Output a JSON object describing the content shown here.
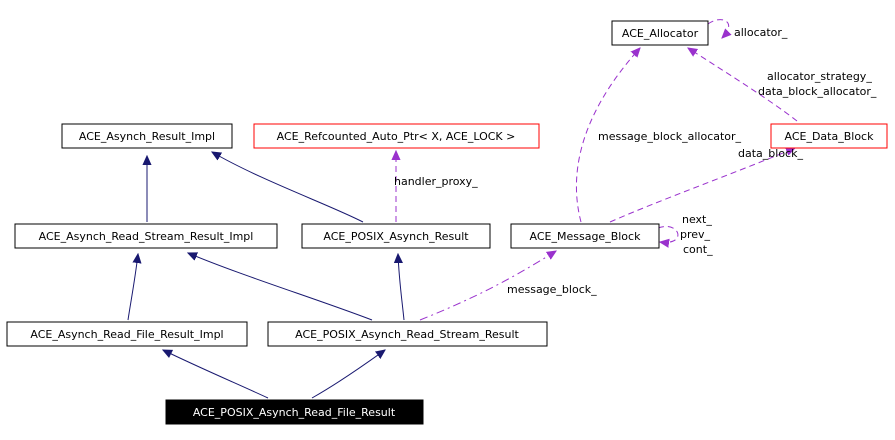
{
  "nodes": {
    "allocator": "ACE_Allocator",
    "data_block": "ACE_Data_Block",
    "async_result_impl": "ACE_Asynch_Result_Impl",
    "refcounted_ptr": "ACE_Refcounted_Auto_Ptr< X, ACE_LOCK >",
    "read_stream_impl": "ACE_Asynch_Read_Stream_Result_Impl",
    "posix_async_result": "ACE_POSIX_Asynch_Result",
    "message_block": "ACE_Message_Block",
    "read_file_impl": "ACE_Asynch_Read_File_Result_Impl",
    "posix_read_stream": "ACE_POSIX_Asynch_Read_Stream_Result",
    "posix_read_file": "ACE_POSIX_Asynch_Read_File_Result"
  },
  "edge_labels": {
    "allocator_self": "allocator_",
    "allocator_strategy": "allocator_strategy_",
    "data_block_allocator": "data_block_allocator_",
    "message_block_allocator": "message_block_allocator_",
    "data_block": "data_block_",
    "handler_proxy": "handler_proxy_",
    "next": "next_",
    "prev": "prev_",
    "cont": "cont_",
    "message_block": "message_block_"
  },
  "colors": {
    "inheritance_edge": "#191970",
    "usage_edge": "#9a32cd",
    "template_box_border": "#ff0000",
    "focus_box_fill": "#000000"
  }
}
